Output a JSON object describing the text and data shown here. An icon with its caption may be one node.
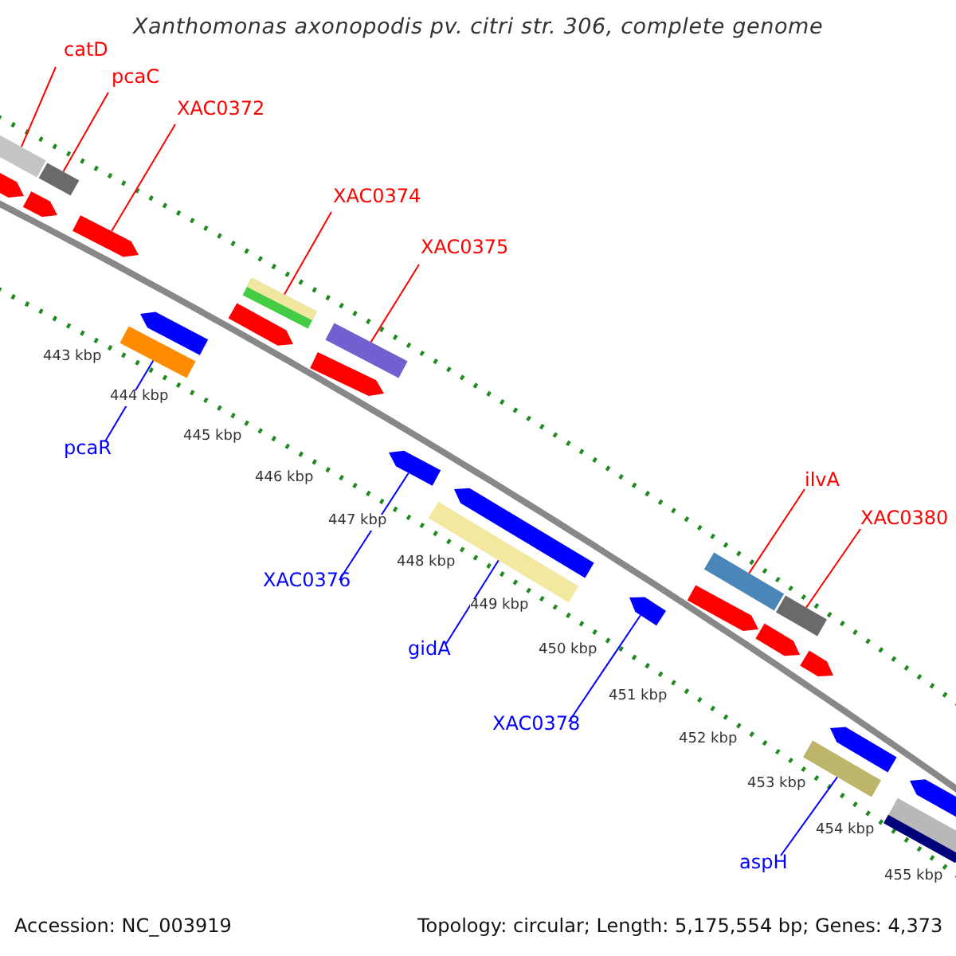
{
  "diagram": {
    "title": "Xanthomonas axonopodis pv. citri str. 306, complete genome",
    "nodes": [
      {
        "text": [
          "catD"
        ]
      },
      {
        "text": [
          "pcaC"
        ]
      },
      {
        "text": [
          "XAC0372"
        ]
      },
      {
        "text": [
          "XAC0374"
        ]
      },
      {
        "text": [
          "XAC0375"
        ]
      },
      {
        "text": [
          "ilvA"
        ]
      },
      {
        "text": [
          "XAC0380"
        ]
      },
      {
        "text": [
          "pcaR"
        ]
      },
      {
        "text": [
          "XAC0376"
        ]
      },
      {
        "text": [
          "gidA"
        ]
      },
      {
        "text": [
          "XAC0378"
        ]
      },
      {
        "text": [
          "aspH"
        ]
      },
      {
        "text": [],
        "shape": "bar"
      },
      {
        "text": [],
        "shape": "bar"
      },
      {
        "text": [],
        "shape": "bar"
      },
      {
        "text": [],
        "shape": "bar"
      },
      {
        "text": [],
        "shape": "bar"
      },
      {
        "text": [],
        "shape": "bar"
      },
      {
        "text": [],
        "shape": "bar"
      },
      {
        "text": [],
        "shape": "bar"
      },
      {
        "text": [],
        "shape": "bar"
      },
      {
        "text": [],
        "shape": "bar"
      },
      {
        "text": [],
        "shape": "bar"
      },
      {
        "text": [],
        "shape": "bar"
      },
      {
        "text": [],
        "shape": "bar"
      },
      {
        "text": [],
        "shape": "bar"
      },
      {
        "text": [],
        "shape": "bar"
      },
      {
        "text": [],
        "shape": "bar"
      },
      {
        "text": [],
        "shape": "bar"
      },
      {
        "text": [],
        "shape": "bar"
      },
      {
        "text": [],
        "shape": "bar"
      },
      {
        "text": [],
        "shape": "bar"
      },
      {
        "text": [],
        "shape": "bar"
      },
      {
        "text": [],
        "shape": "bar"
      },
      {
        "text": [],
        "shape": "bar"
      },
      {
        "text": [],
        "shape": "bar"
      }
    ],
    "edges": [
      {
        "from": 0,
        "to": 12,
        "arrow": "none"
      },
      {
        "from": 1,
        "to": 13,
        "arrow": "none"
      },
      {
        "from": 2,
        "to": 14,
        "arrow": "none"
      },
      {
        "from": 3,
        "to": 15,
        "arrow": "none"
      },
      {
        "from": 4,
        "to": 16,
        "arrow": "none"
      },
      {
        "from": 5,
        "to": 17,
        "arrow": "none"
      },
      {
        "from": 6,
        "to": 18,
        "arrow": "none"
      },
      {
        "from": 7,
        "to": 19,
        "arrow": "none",
        "color": "#0000ff"
      },
      {
        "from": 8,
        "to": 20,
        "arrow": "none",
        "color": "#0000ff"
      },
      {
        "from": 9,
        "to": 21,
        "arrow": "none",
        "color": "#0000ff"
      },
      {
        "from": 10,
        "to": 22,
        "arrow": "none",
        "color": "#0000ff"
      },
      {
        "from": 11,
        "to": 23,
        "arrow": "none",
        "color": "#0000ff"
      }
    ],
    "labels": [
      "443 kbp",
      "444 kbp",
      "445 kbp",
      "446 kbp",
      "447 kbp",
      "448 kbp",
      "449 kbp",
      "450 kbp",
      "451 kbp",
      "452 kbp",
      "453 kbp",
      "454 kbp",
      "455 kbp",
      "Accession: NC_003919",
      "Topology: circular; Length: 5,175,554 bp; Genes: 4,373"
    ]
  }
}
